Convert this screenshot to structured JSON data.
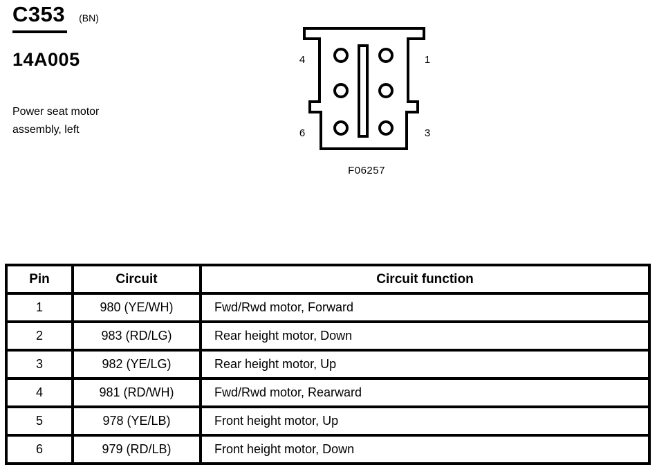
{
  "header": {
    "connector_id": "C353",
    "connector_suffix": "(BN)",
    "part_number": "14A005",
    "description_line1": "Power seat motor",
    "description_line2": "assembly, left"
  },
  "connector": {
    "figure_caption": "F06257",
    "pin_labels": {
      "top_left": "4",
      "top_right": "1",
      "bottom_left": "6",
      "bottom_right": "3"
    }
  },
  "table": {
    "columns": [
      "Pin",
      "Circuit",
      "Circuit function"
    ],
    "rows": [
      {
        "pin": "1",
        "circuit": "980 (YE/WH)",
        "function": "Fwd/Rwd motor, Forward"
      },
      {
        "pin": "2",
        "circuit": "983 (RD/LG)",
        "function": "Rear height motor, Down"
      },
      {
        "pin": "3",
        "circuit": "982 (YE/LG)",
        "function": "Rear height motor, Up"
      },
      {
        "pin": "4",
        "circuit": "981 (RD/WH)",
        "function": "Fwd/Rwd motor, Rearward"
      },
      {
        "pin": "5",
        "circuit": "978 (YE/LB)",
        "function": "Front height motor, Up"
      },
      {
        "pin": "6",
        "circuit": "979 (RD/LB)",
        "function": "Front height motor, Down"
      }
    ]
  },
  "colors": {
    "ink": "#000000",
    "background": "#ffffff"
  }
}
